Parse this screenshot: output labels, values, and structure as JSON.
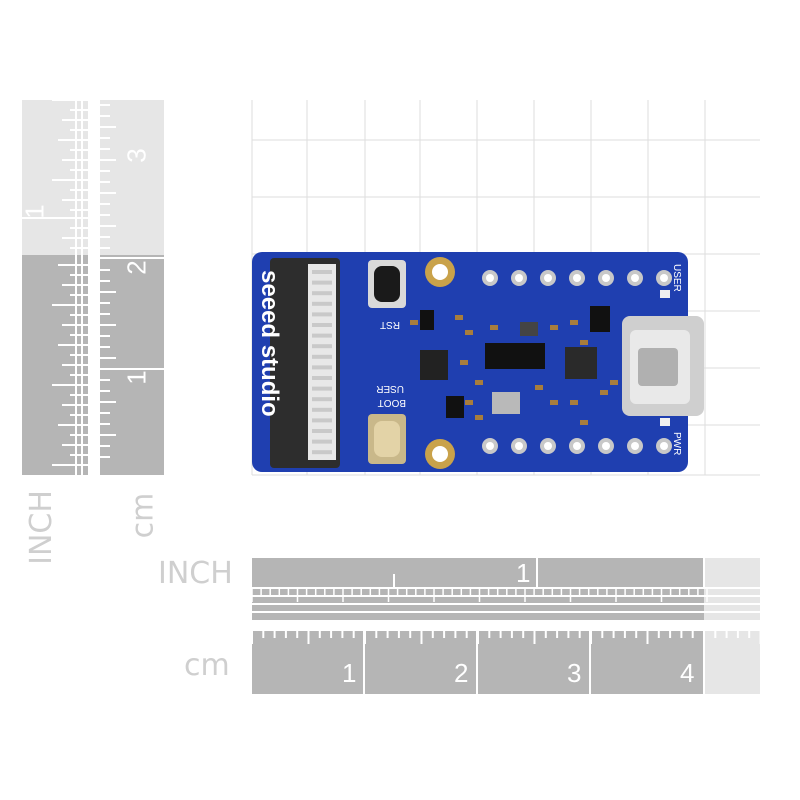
{
  "rulers": {
    "inch_label": "INCH",
    "cm_label": "cm",
    "vertical_inch_numbers": [
      "1"
    ],
    "vertical_cm_numbers": [
      "3",
      "2",
      "1"
    ],
    "horizontal_inch_numbers": [
      "1"
    ],
    "horizontal_cm_numbers": [
      "1",
      "2",
      "3",
      "4"
    ]
  },
  "board": {
    "brand": "seeed studio",
    "button_rst_label": "RST",
    "button_boot_label": "BOOT",
    "user_led_label": "USER",
    "top_edge_label": "USER",
    "pwr_label": "PWR",
    "pcb_color": "#1f3fb0",
    "connector_color": "#2d2d2d"
  }
}
